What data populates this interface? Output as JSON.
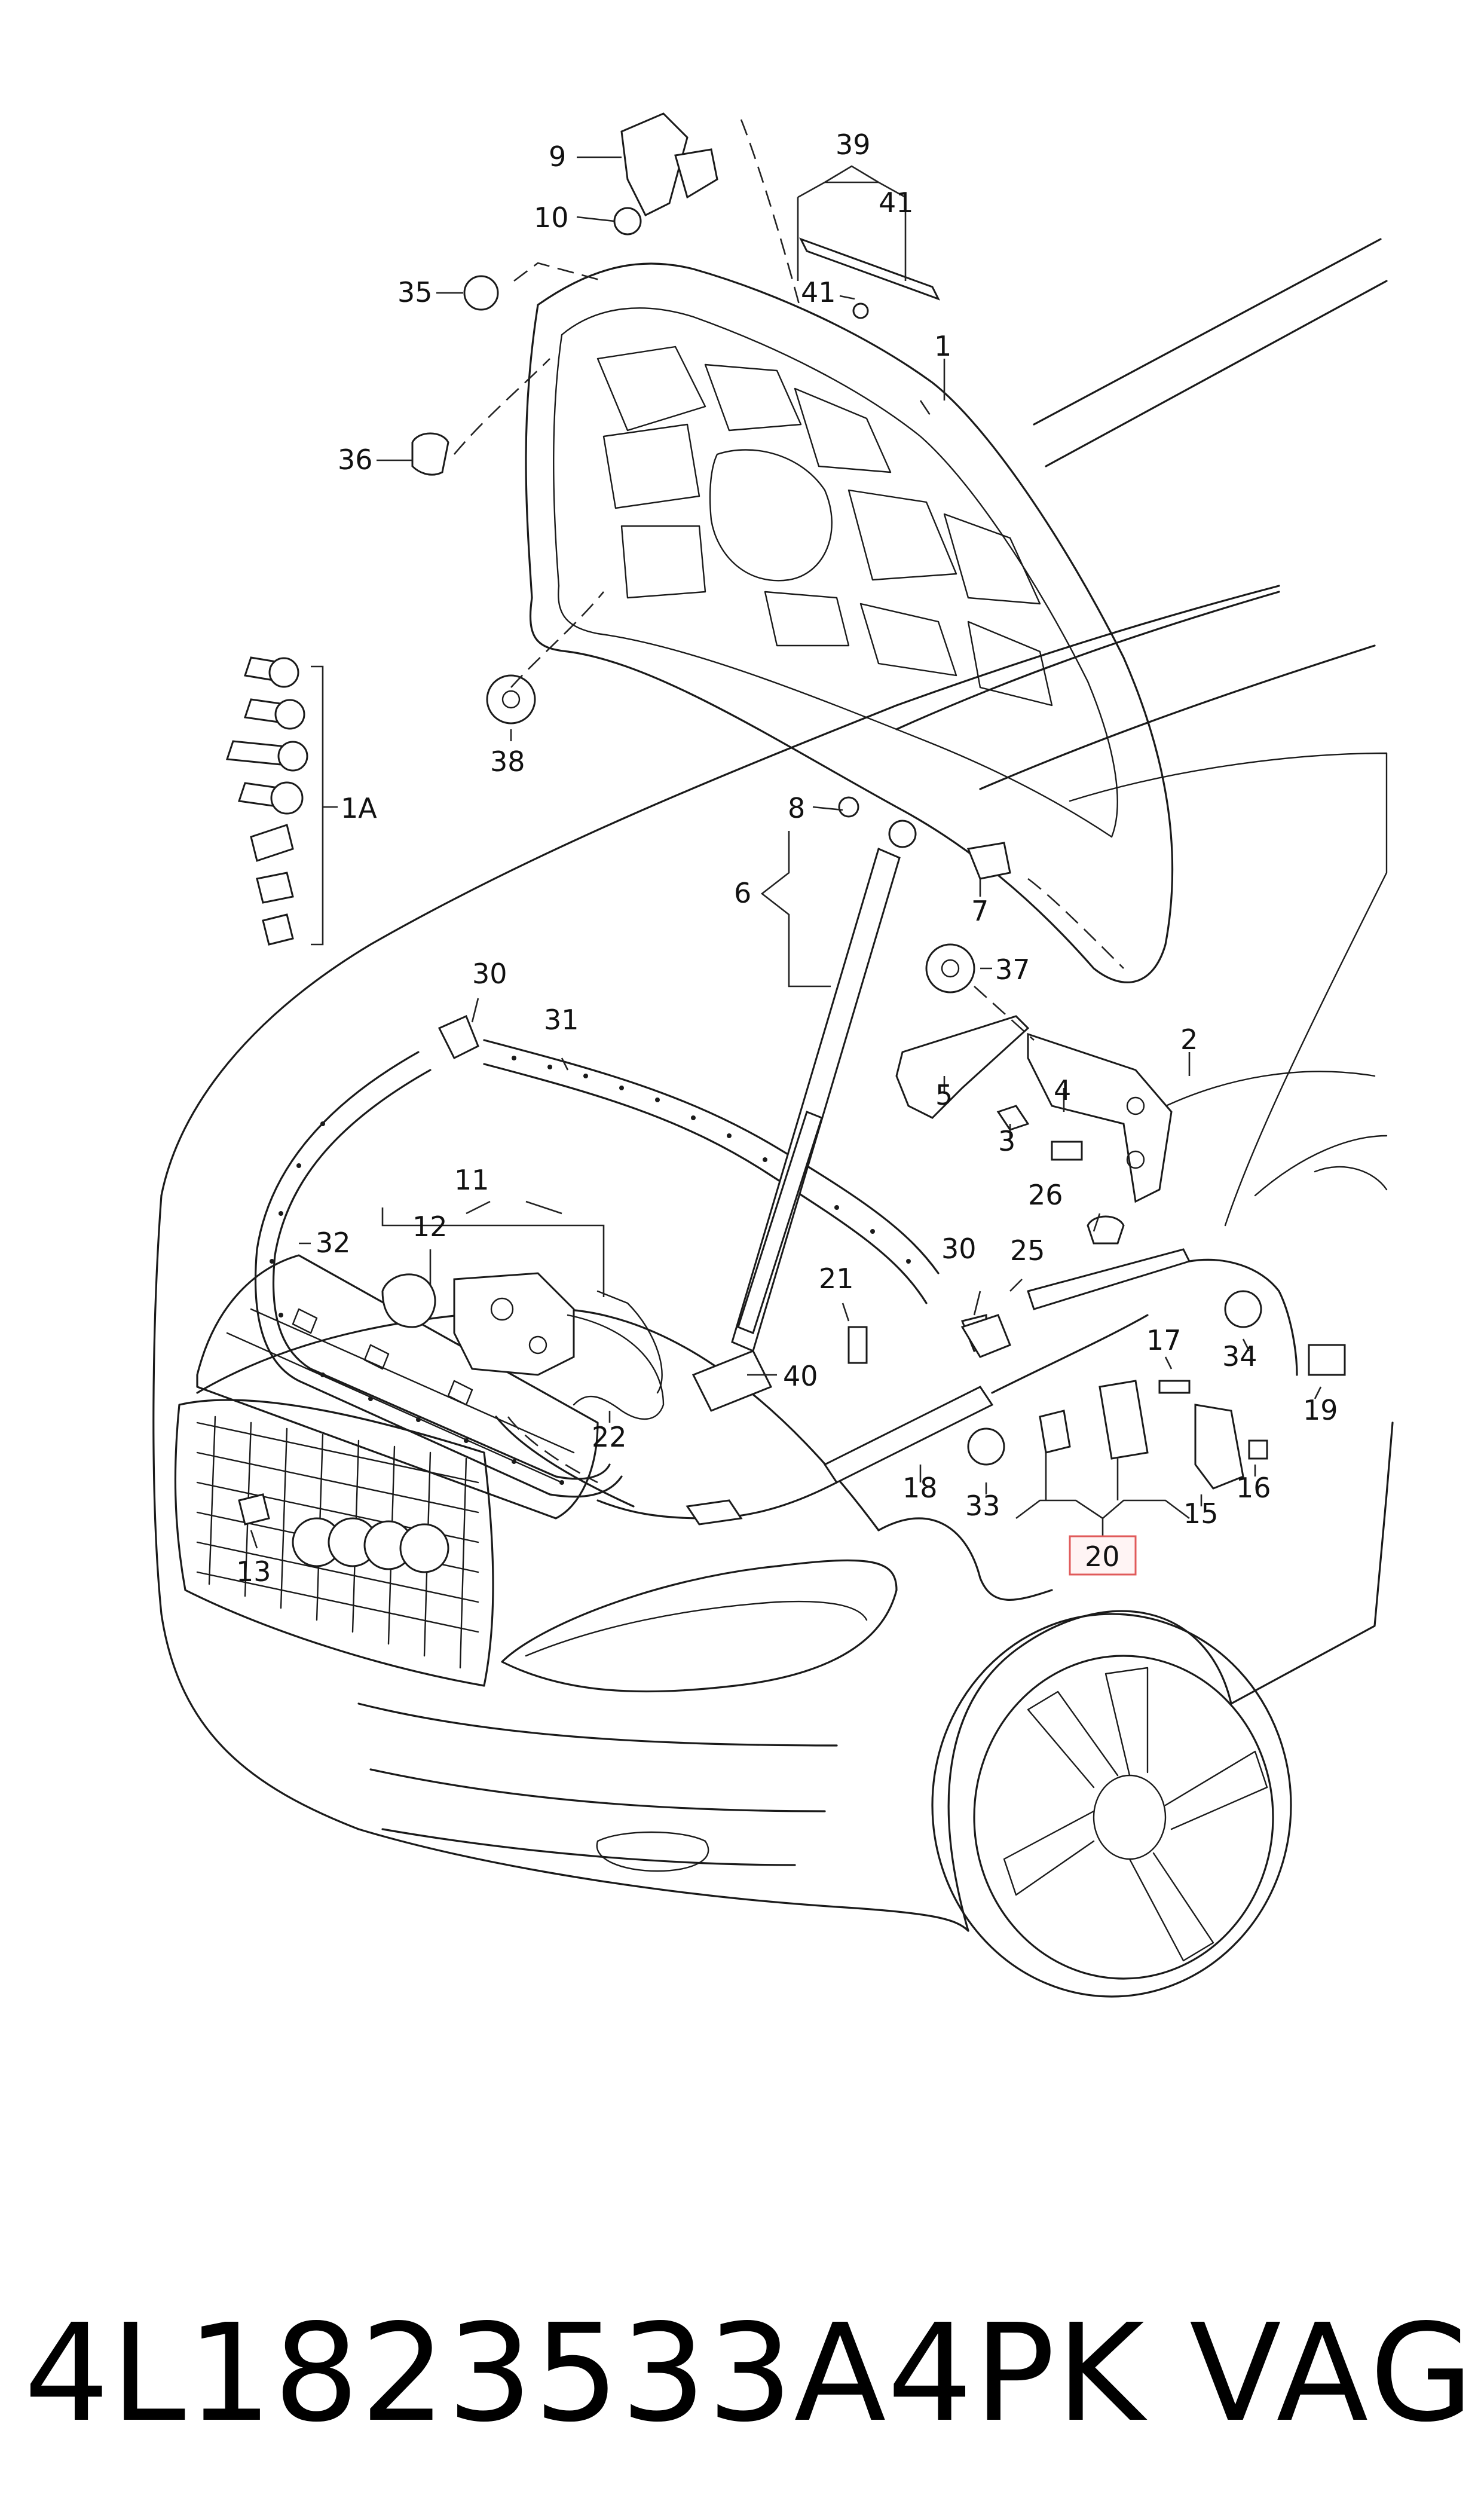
{
  "callouts": [
    {
      "id": "9",
      "text": "9"
    },
    {
      "id": "10",
      "text": "10"
    },
    {
      "id": "35",
      "text": "35"
    },
    {
      "id": "36",
      "text": "36"
    },
    {
      "id": "39",
      "text": "39"
    },
    {
      "id": "41a",
      "text": "41"
    },
    {
      "id": "41b",
      "text": "41"
    },
    {
      "id": "1",
      "text": "1"
    },
    {
      "id": "38",
      "text": "38"
    },
    {
      "id": "1A",
      "text": "1A"
    },
    {
      "id": "8",
      "text": "8"
    },
    {
      "id": "6",
      "text": "6"
    },
    {
      "id": "7",
      "text": "7"
    },
    {
      "id": "37",
      "text": "37"
    },
    {
      "id": "2",
      "text": "2"
    },
    {
      "id": "5",
      "text": "5"
    },
    {
      "id": "4",
      "text": "4"
    },
    {
      "id": "3",
      "text": "3"
    },
    {
      "id": "30a",
      "text": "30"
    },
    {
      "id": "31",
      "text": "31"
    },
    {
      "id": "11",
      "text": "11"
    },
    {
      "id": "12",
      "text": "12"
    },
    {
      "id": "32",
      "text": "32"
    },
    {
      "id": "26",
      "text": "26"
    },
    {
      "id": "25",
      "text": "25"
    },
    {
      "id": "30b",
      "text": "30"
    },
    {
      "id": "21",
      "text": "21"
    },
    {
      "id": "40",
      "text": "40"
    },
    {
      "id": "22",
      "text": "22"
    },
    {
      "id": "34",
      "text": "34"
    },
    {
      "id": "17",
      "text": "17"
    },
    {
      "id": "19",
      "text": "19"
    },
    {
      "id": "18",
      "text": "18"
    },
    {
      "id": "33",
      "text": "33"
    },
    {
      "id": "16",
      "text": "16"
    },
    {
      "id": "15",
      "text": "15"
    },
    {
      "id": "13",
      "text": "13"
    },
    {
      "id": "20",
      "text": "20"
    }
  ],
  "highlight": {
    "callout": "20",
    "color": "#e05a5a"
  },
  "footer": {
    "part_number": "4L1823533A4PK",
    "brand": "VAG"
  },
  "colors": {
    "ink": "#1a1a1a",
    "background": "#ffffff",
    "highlight_box": "#e05a5a"
  }
}
